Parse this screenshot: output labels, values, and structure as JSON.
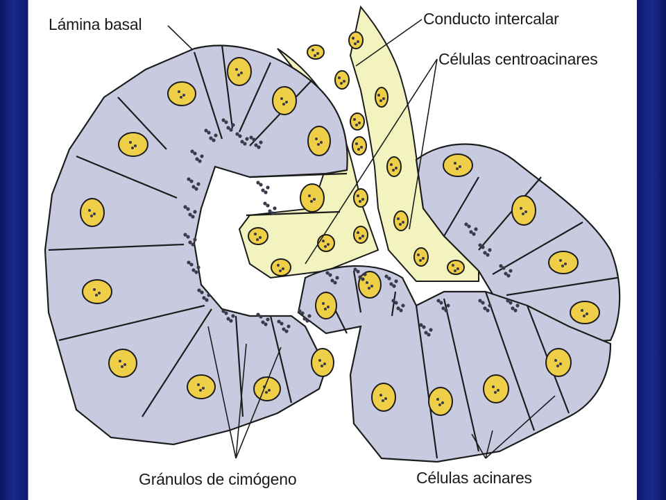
{
  "labels": {
    "lamina_basal": "Lámina basal",
    "conducto_intercalar": "Conducto intercalar",
    "celulas_centroacinares": "Células centroacinares",
    "granulos_cimogeno": "Gránulos de cimógeno",
    "celulas_acinares": "Células acinares"
  },
  "colors": {
    "acinar_cell": "#c8cbe0",
    "duct_cell": "#f3f3bf",
    "nucleus": "#f0cf48",
    "outline": "#1c1c1c",
    "background": "#ffffff",
    "frame": "#0f1a6e"
  }
}
